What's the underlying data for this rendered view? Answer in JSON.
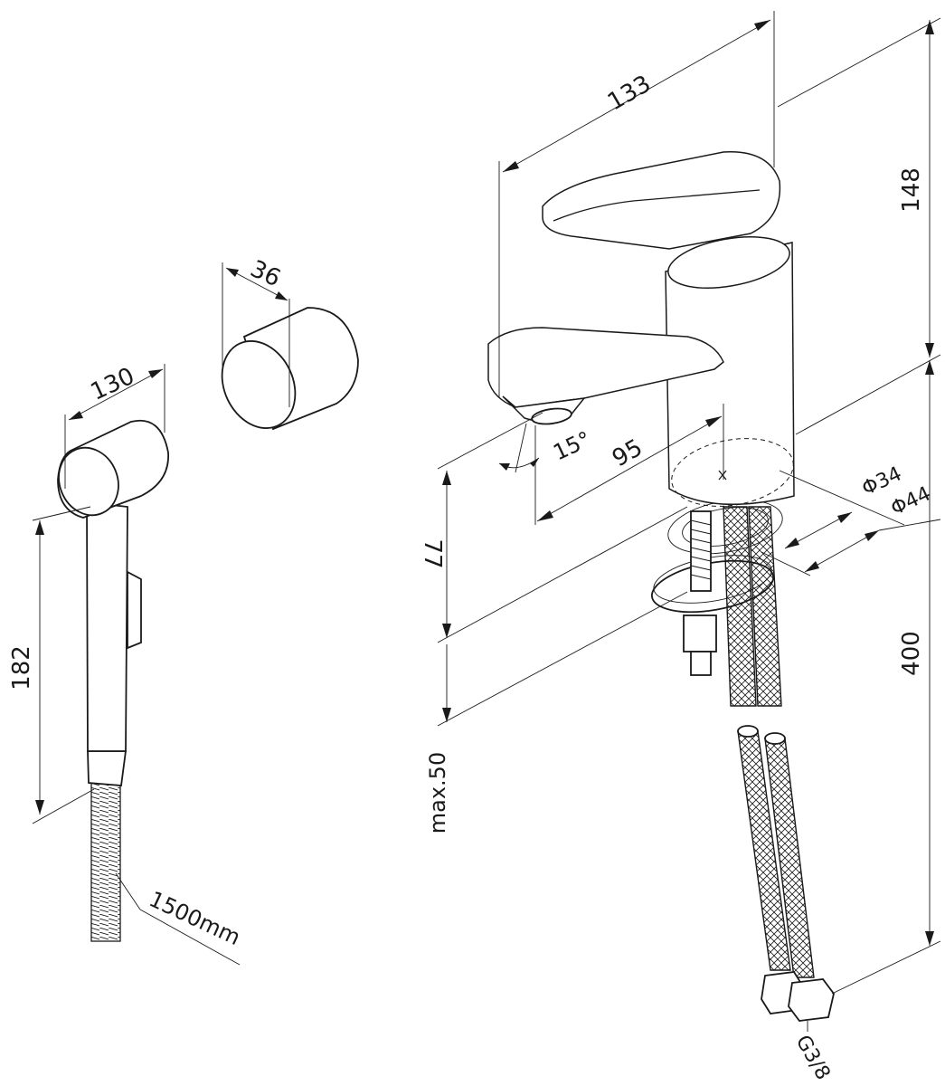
{
  "dimensions": {
    "spout_length": "133",
    "height_top": "148",
    "holder_width": "36",
    "handshower_head": "130",
    "handshower_length": "182",
    "angle": "15°",
    "reach": "95",
    "d_small": "Φ34",
    "d_large": "Φ44",
    "height_spout": "77",
    "hose_length": "400",
    "max_thickness": "max.50",
    "hose_1500": "1500mm",
    "thread": "G3/8"
  }
}
